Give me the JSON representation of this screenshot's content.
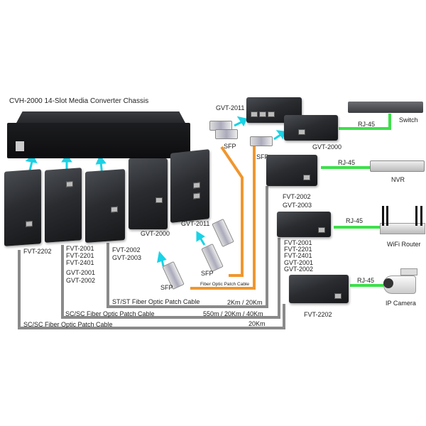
{
  "chassis": {
    "title": "CVH-2000  14-Slot Media Converter Chassis"
  },
  "left_modules": {
    "fvt_2202": [
      "FVT-2202"
    ],
    "fvt_2001_group": [
      "FVT-2001",
      "FVT-2201",
      "FVT-2401",
      "GVT-2001",
      "GVT-2002"
    ],
    "fvt_2002_group": [
      "FVT-2002",
      "GVT-2003"
    ],
    "gvt_2000": "GVT-2000",
    "gvt_2011": "GVT-2011"
  },
  "sfp": {
    "label": "SFP",
    "patch_cable": "Fiber Optic Patch Cable"
  },
  "cables": {
    "st_st": "ST/ST Fiber Optic Patch Cable",
    "st_st_distance": "2Km / 20Km",
    "sc_sc_1": "SC/SC Fiber Optic Patch Cable",
    "sc_sc_1_distance": "550m / 20Km / 40Km",
    "sc_sc_2": "SC/SC Fiber Optic Patch Cable",
    "sc_sc_2_distance": "20Km",
    "rj45": "RJ-45"
  },
  "right_side": {
    "gvt_2011": "GVT-2011",
    "gvt_2000": "GVT-2000",
    "fvt_2002_group": [
      "FVT-2002",
      "GVT-2003"
    ],
    "fvt_2001_group": [
      "FVT-2001",
      "FVT-2201",
      "FVT-2401",
      "GVT-2001",
      "GVT-2002"
    ],
    "fvt_2202": "FVT-2202",
    "switch": "Switch",
    "nvr": "NVR",
    "wifi_router": "WiFi Router",
    "ip_camera": "IP Camera"
  },
  "colors": {
    "fiber_gray": "#8a8a8a",
    "fiber_orange": "#f0962e",
    "rj45_green": "#3de04a",
    "arrow_cyan": "#19d3e6"
  }
}
